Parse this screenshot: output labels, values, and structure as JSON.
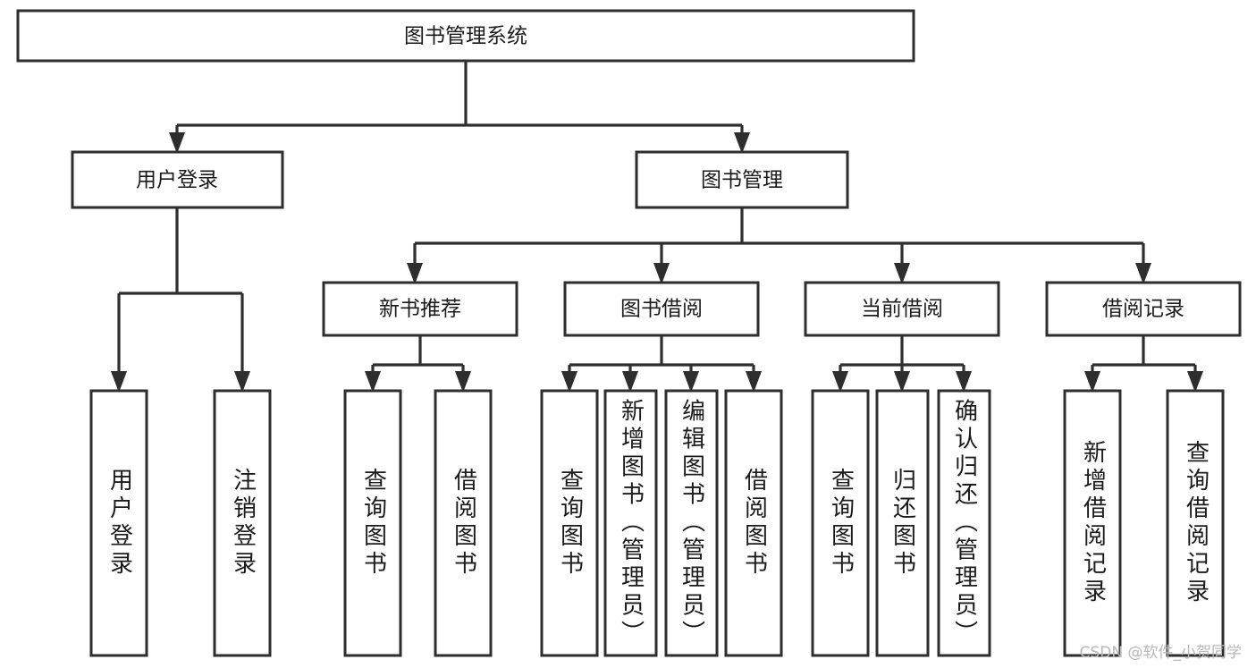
{
  "diagram": {
    "title": "图书管理系统",
    "type": "hierarchy-tree",
    "watermark": "CSDN @软件_小贺同学",
    "colors": {
      "stroke": "#2e2e2e",
      "fill": "#ffffff",
      "text": "#1b1b1b",
      "watermark": "#b8b8b8"
    },
    "levels": {
      "root": "图书管理系统",
      "level2": [
        "用户登录",
        "图书管理"
      ],
      "level3": [
        "新书推荐",
        "图书借阅",
        "当前借阅",
        "借阅记录"
      ]
    },
    "nodes": {
      "root": {
        "label": "图书管理系统",
        "orientation": "horizontal"
      },
      "user_login": {
        "label": "用户登录",
        "orientation": "horizontal"
      },
      "book_manage": {
        "label": "图书管理",
        "orientation": "horizontal"
      },
      "new_book_rec": {
        "label": "新书推荐",
        "orientation": "horizontal"
      },
      "book_borrow": {
        "label": "图书借阅",
        "orientation": "horizontal"
      },
      "current_borrow": {
        "label": "当前借阅",
        "orientation": "horizontal"
      },
      "borrow_record": {
        "label": "借阅记录",
        "orientation": "horizontal"
      },
      "leaf_user_login": {
        "label": "用户登录",
        "orientation": "vertical"
      },
      "leaf_logout": {
        "label": "注销登录",
        "orientation": "vertical"
      },
      "leaf_query_book_1": {
        "label": "查询图书",
        "orientation": "vertical"
      },
      "leaf_borrow_book_1": {
        "label": "借阅图书",
        "orientation": "vertical"
      },
      "leaf_query_book_2": {
        "label": "查询图书",
        "orientation": "vertical"
      },
      "leaf_add_book": {
        "label": "新增图书（管理员）",
        "orientation": "vertical"
      },
      "leaf_edit_book": {
        "label": "编辑图书（管理员）",
        "orientation": "vertical"
      },
      "leaf_borrow_book_2": {
        "label": "借阅图书",
        "orientation": "vertical"
      },
      "leaf_query_book_3": {
        "label": "查询图书",
        "orientation": "vertical"
      },
      "leaf_return_book": {
        "label": "归还图书",
        "orientation": "vertical"
      },
      "leaf_confirm_return": {
        "label": "确认归还（管理员）",
        "orientation": "vertical"
      },
      "leaf_add_record": {
        "label": "新增借阅记录",
        "orientation": "vertical"
      },
      "leaf_query_record": {
        "label": "查询借阅记录",
        "orientation": "vertical"
      }
    },
    "edges": [
      {
        "from": "图书管理系统",
        "to": "用户登录"
      },
      {
        "from": "图书管理系统",
        "to": "图书管理"
      },
      {
        "from": "用户登录",
        "to": "用户登录"
      },
      {
        "from": "用户登录",
        "to": "注销登录"
      },
      {
        "from": "图书管理",
        "to": "新书推荐"
      },
      {
        "from": "图书管理",
        "to": "图书借阅"
      },
      {
        "from": "图书管理",
        "to": "当前借阅"
      },
      {
        "from": "图书管理",
        "to": "借阅记录"
      },
      {
        "from": "新书推荐",
        "to": "查询图书"
      },
      {
        "from": "新书推荐",
        "to": "借阅图书"
      },
      {
        "from": "图书借阅",
        "to": "查询图书"
      },
      {
        "from": "图书借阅",
        "to": "新增图书（管理员）"
      },
      {
        "from": "图书借阅",
        "to": "编辑图书（管理员）"
      },
      {
        "from": "图书借阅",
        "to": "借阅图书"
      },
      {
        "from": "当前借阅",
        "to": "查询图书"
      },
      {
        "from": "当前借阅",
        "to": "归还图书"
      },
      {
        "from": "当前借阅",
        "to": "确认归还（管理员）"
      },
      {
        "from": "借阅记录",
        "to": "新增借阅记录"
      },
      {
        "from": "借阅记录",
        "to": "查询借阅记录"
      }
    ]
  }
}
